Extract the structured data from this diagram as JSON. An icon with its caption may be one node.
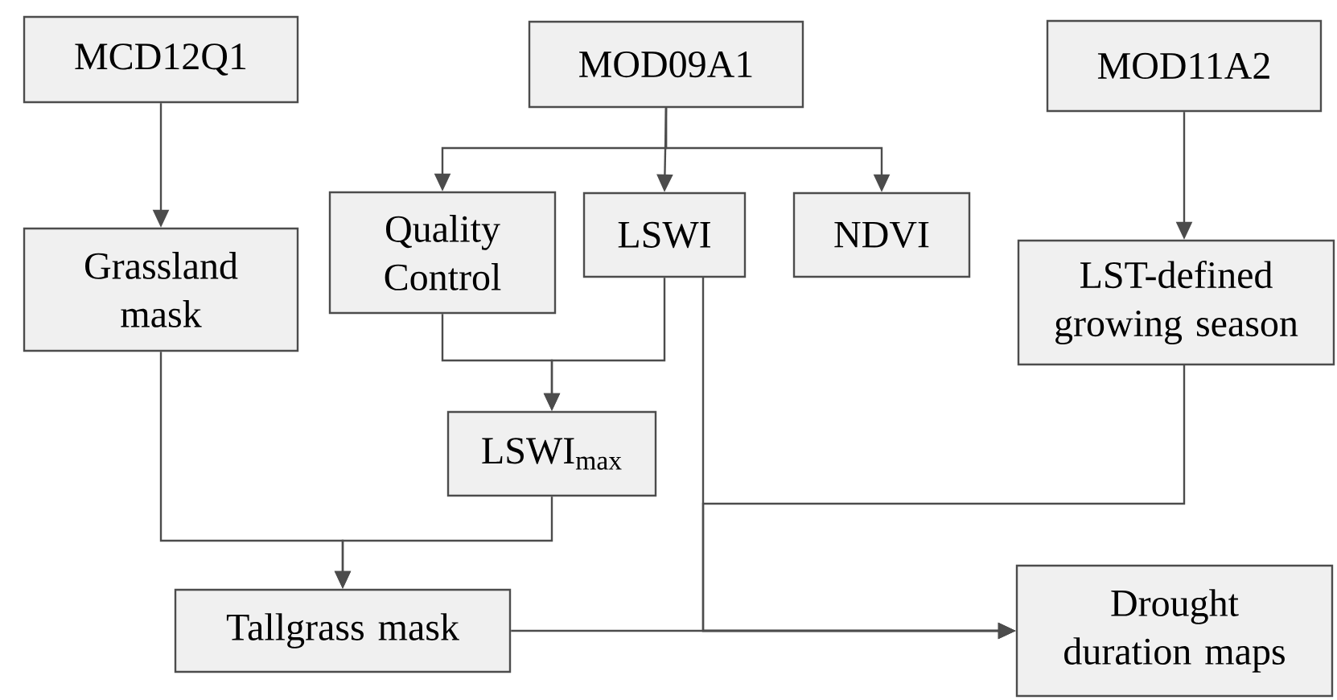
{
  "diagram": {
    "nodes": [
      {
        "text": [
          "MCD12Q1"
        ]
      },
      {
        "text": [
          "MOD09A1"
        ]
      },
      {
        "text": [
          "MOD11A2"
        ]
      },
      {
        "text": [
          "Grassland mask"
        ]
      },
      {
        "text": [
          "Quality Control"
        ]
      },
      {
        "text": [
          "LSWI"
        ]
      },
      {
        "text": [
          "NDVI"
        ]
      },
      {
        "text": [
          "LST-defined growing season"
        ]
      },
      {
        "text": [
          "LSWI$_{max}$"
        ]
      },
      {
        "text": [
          "Tallgrass mask"
        ]
      },
      {
        "text": [
          "Drought duration maps"
        ]
      }
    ],
    "edges": [
      {
        "from": 0,
        "to": 3,
        "arrow": "to"
      },
      {
        "from": 1,
        "to": 4,
        "arrow": "to"
      },
      {
        "from": 1,
        "to": 5,
        "arrow": "to"
      },
      {
        "from": 1,
        "to": 6,
        "arrow": "to"
      },
      {
        "from": 2,
        "to": 7,
        "arrow": "to"
      },
      {
        "from": 4,
        "to": 8,
        "arrow": "to"
      },
      {
        "from": 5,
        "to": 8,
        "arrow": "to"
      },
      {
        "from": 3,
        "to": 9,
        "arrow": "to"
      },
      {
        "from": 8,
        "to": 9,
        "arrow": "to"
      },
      {
        "from": 5,
        "to": 10,
        "arrow": "to"
      },
      {
        "from": 7,
        "to": 10,
        "arrow": "to"
      },
      {
        "from": 9,
        "to": 10,
        "arrow": "to"
      }
    ]
  }
}
